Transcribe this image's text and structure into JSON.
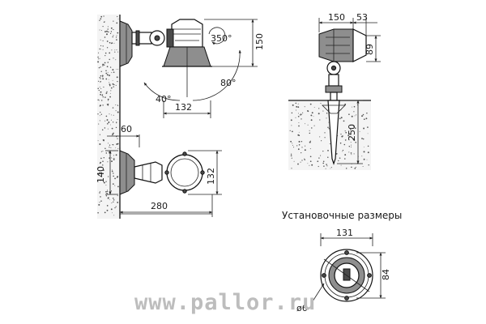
{
  "dimensions": {
    "rotation_angle": "350°",
    "head_height": "150",
    "tilt_down": "40°",
    "tilt_up": "80°",
    "head_depth": "132",
    "wall_offset": "60",
    "base_height": "140",
    "front_head_diameter": "132",
    "total_length": "280",
    "spike_head_width": "150",
    "spike_visor": "53",
    "spike_head_height": "89",
    "spike_length": "250",
    "mount_width": "131",
    "mount_height": "84",
    "hole_diameter": "ø6"
  },
  "caption": "Установочные размеры",
  "watermark": "www.pallor.ru",
  "colors": {
    "line": "#111111",
    "fill_gray": "#8e8e8e",
    "watermark": "#bdbdbd"
  }
}
